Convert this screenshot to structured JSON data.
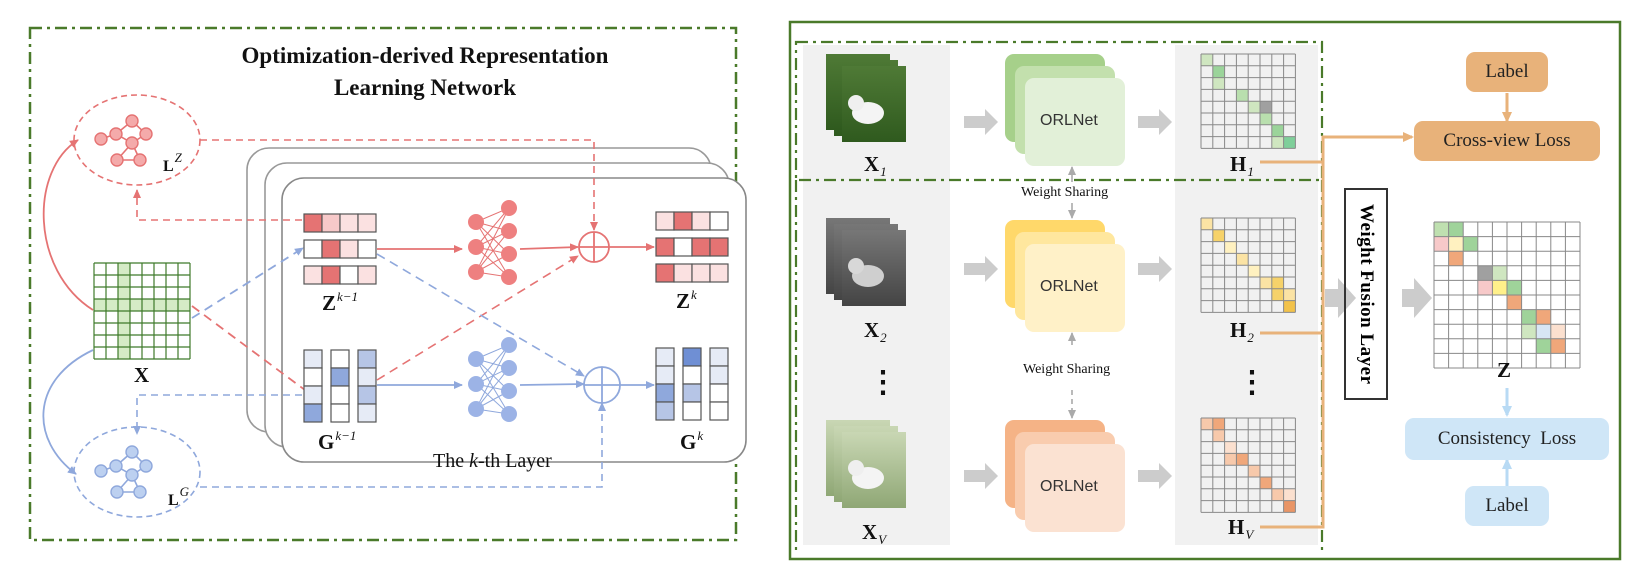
{
  "title": "Optimization-derived Representation Learning Network",
  "left_panel": {
    "lz_label": "L",
    "lz_sup": "Z",
    "lg_label": "L",
    "lg_sup": "G",
    "x_label": "X",
    "z_prev": "Z",
    "z_prev_sup": "k−1",
    "z_next": "Z",
    "z_next_sup": "k",
    "g_prev": "G",
    "g_prev_sup": "k−1",
    "g_next": "G",
    "g_next_sup": "k",
    "layer_label_pre": "The ",
    "layer_label_k": "k",
    "layer_label_post": "-th Layer"
  },
  "right_panel": {
    "views": [
      {
        "x_label": "X",
        "x_sub": "1",
        "net": "ORLNet",
        "h_label": "H",
        "h_sub": "1"
      },
      {
        "x_label": "X",
        "x_sub": "2",
        "net": "ORLNet",
        "h_label": "H",
        "h_sub": "2"
      },
      {
        "x_label": "X",
        "x_sub": "V",
        "net": "ORLNet",
        "h_label": "H",
        "h_sub": "V"
      }
    ],
    "vdots": "⋮",
    "weight_sharing": "Weight Sharing",
    "weight_fusion": "Weight Fusion Layer",
    "z_label": "Z",
    "label_top": "Label",
    "cross_view_loss": "Cross-view Loss",
    "consistency_loss": "Consistency  Loss",
    "label_bottom": "Label"
  },
  "colors": {
    "green_frame": "#4a7a2a",
    "red": "#e57373",
    "blue": "#8fa8dc",
    "orange": "#e8b27a",
    "light_blue": "#cfe6f7",
    "gray_arrow": "#c8c8c8"
  }
}
